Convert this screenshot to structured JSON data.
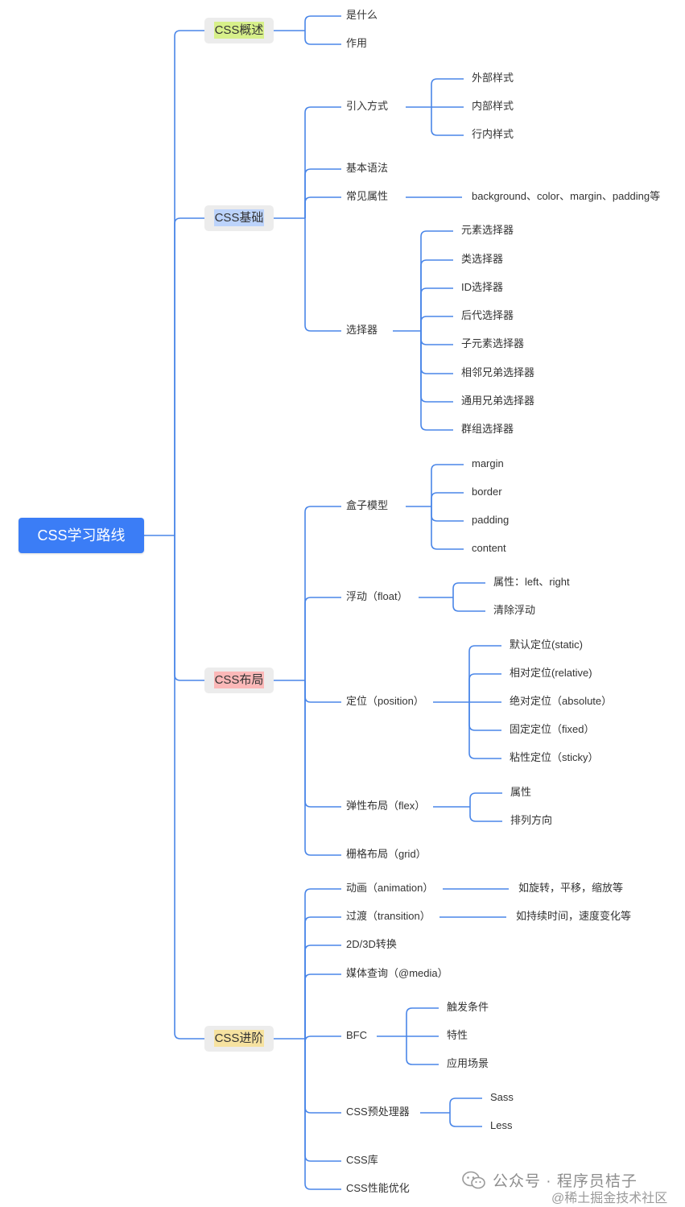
{
  "mindmap": {
    "root": "CSS学习路线",
    "branches": [
      {
        "label": "CSS概述",
        "highlight": "#d7f08a",
        "children": [
          {
            "label": "是什么",
            "children": []
          },
          {
            "label": "作用",
            "children": []
          }
        ]
      },
      {
        "label": "CSS基础",
        "highlight": "#bcd3fb",
        "children": [
          {
            "label": "引入方式",
            "children": [
              "外部样式",
              "内部样式",
              "行内样式"
            ]
          },
          {
            "label": "基本语法",
            "children": []
          },
          {
            "label": "常见属性",
            "children": [
              "background、color、margin、padding等"
            ]
          },
          {
            "label": "选择器",
            "children": [
              "元素选择器",
              "类选择器",
              "ID选择器",
              "后代选择器",
              "子元素选择器",
              "相邻兄弟选择器",
              "通用兄弟选择器",
              "群组选择器"
            ]
          }
        ]
      },
      {
        "label": "CSS布局",
        "highlight": "#fbb8b8",
        "children": [
          {
            "label": "盒子模型",
            "children": [
              "margin",
              "border",
              "padding",
              "content"
            ]
          },
          {
            "label": "浮动（float）",
            "children": [
              "属性：left、right",
              "清除浮动"
            ]
          },
          {
            "label": "定位（position）",
            "children": [
              "默认定位(static)",
              "相对定位(relative)",
              "绝对定位（absolute）",
              "固定定位（fixed）",
              "粘性定位（sticky）"
            ]
          },
          {
            "label": "弹性布局（flex）",
            "children": [
              "属性",
              "排列方向"
            ]
          },
          {
            "label": "栅格布局（grid）",
            "children": []
          }
        ]
      },
      {
        "label": "CSS进阶",
        "highlight": "#f6e2a0",
        "children": [
          {
            "label": "动画（animation）",
            "children": [
              "如旋转，平移，缩放等"
            ]
          },
          {
            "label": "过渡（transition）",
            "children": [
              "如持续时间，速度变化等"
            ]
          },
          {
            "label": "2D/3D转换",
            "children": []
          },
          {
            "label": "媒体查询（@media）",
            "children": []
          },
          {
            "label": "BFC",
            "children": [
              "触发条件",
              "特性",
              "应用场景"
            ]
          },
          {
            "label": "CSS预处理器",
            "children": [
              "Sass",
              "Less"
            ]
          },
          {
            "label": "CSS库",
            "children": []
          },
          {
            "label": "CSS性能优化",
            "children": []
          }
        ]
      }
    ]
  },
  "watermark": {
    "line1": "公众号 · 程序员桔子",
    "line2": "@稀土掘金技术社区",
    "icon": "wechat-icon"
  },
  "colors": {
    "root_bg": "#3b7df6",
    "line": "#4a86e8",
    "branch_bg": "#ececec"
  }
}
